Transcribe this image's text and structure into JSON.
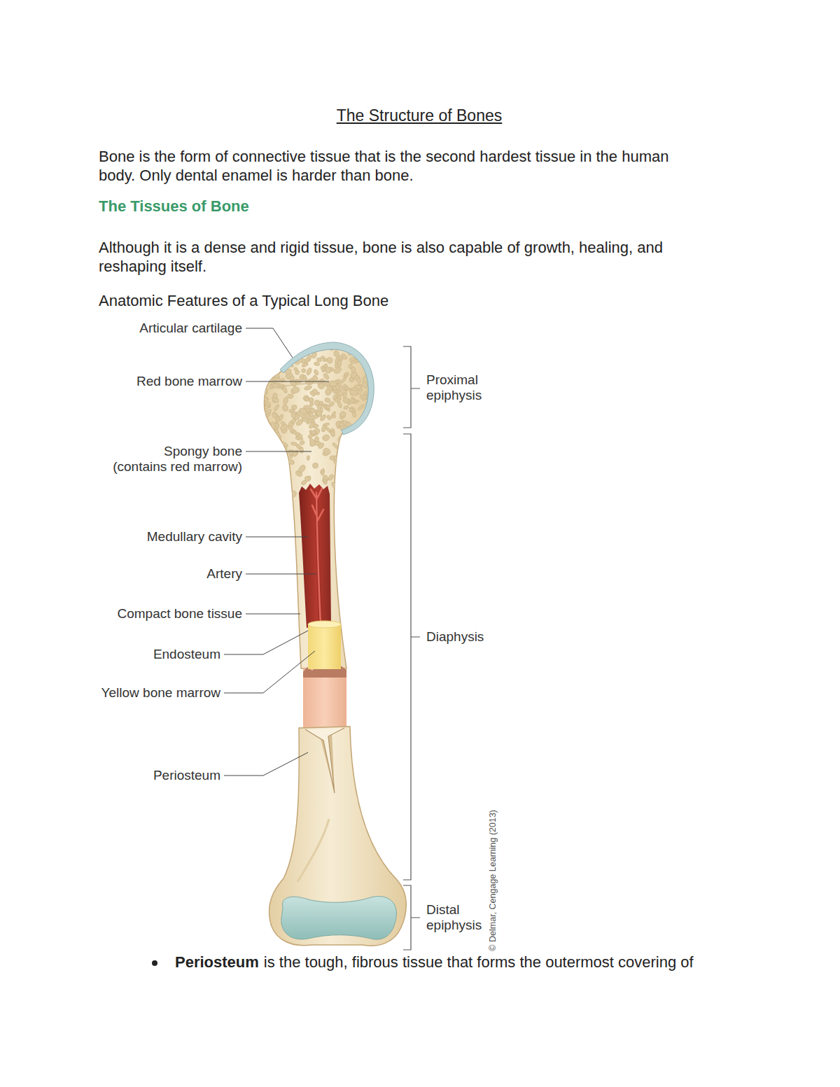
{
  "diagram": {
    "title": "The Structure of Bones",
    "labels": [
      "Bone is the form of connective tissue that is the second hardest tissue in the human body. Only dental enamel is harder than bone.",
      "The Tissues of Bone",
      "Although it is a dense and rigid tissue, bone is also capable of growth, healing, and reshaping itself.",
      "Anatomic Features of a Typical Long Bone",
      "Articular cartilage",
      "Red bone marrow",
      "Spongy bone (contains red marrow)",
      "Medullary cavity",
      "Artery",
      "Compact bone tissue",
      "Endosteum",
      "Yellow bone marrow",
      "Periosteum",
      "Proximal epiphysis",
      "Diaphysis",
      "Distal epiphysis",
      "© Delmar, Cengage Learning (2013)",
      "Periosteum",
      "is the tough, fibrous tissue that forms the outermost covering of"
    ]
  }
}
